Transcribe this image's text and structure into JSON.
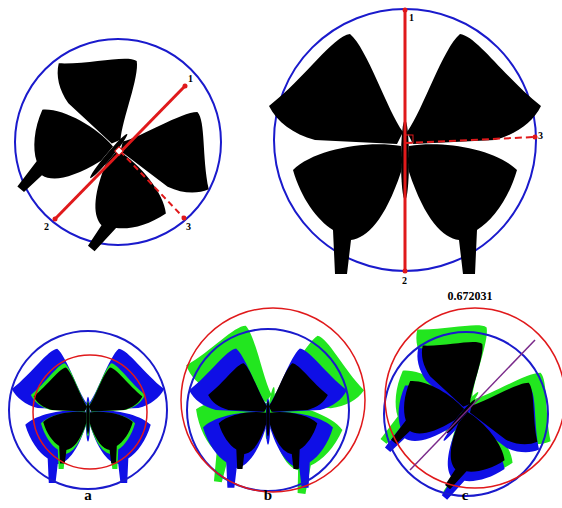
{
  "diagram": {
    "labels": [
      "1",
      "2",
      "3",
      "1",
      "2",
      "3",
      "0.672031",
      "a",
      "b",
      "c"
    ]
  }
}
